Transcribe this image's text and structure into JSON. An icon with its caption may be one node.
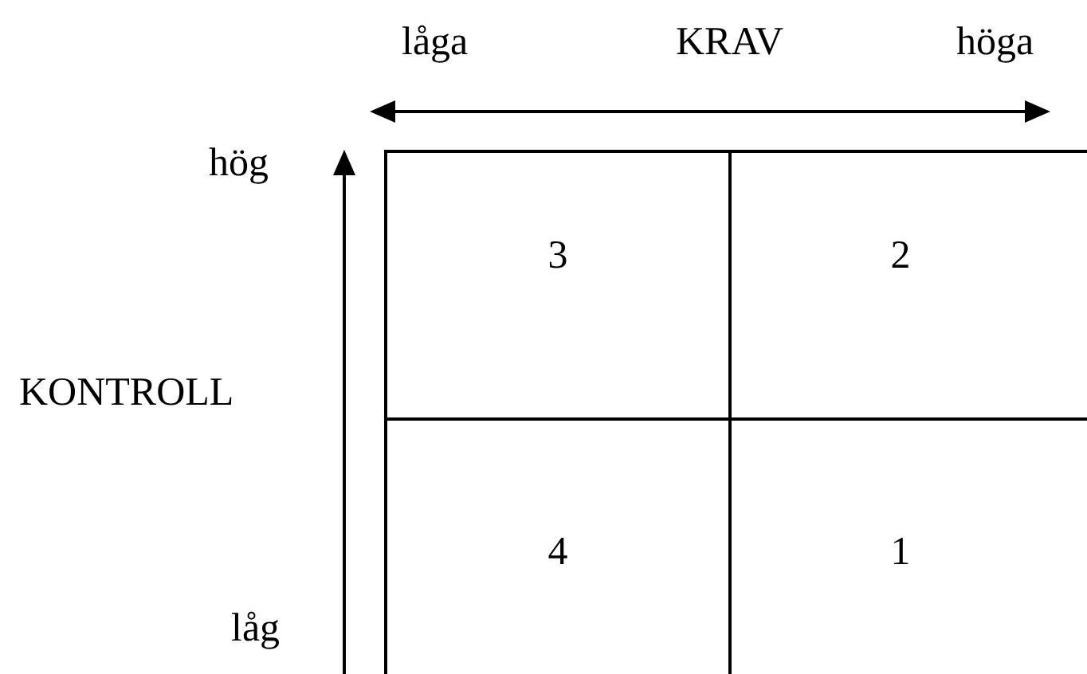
{
  "diagram": {
    "nodes": [
      {
        "text": [
          "3"
        ]
      },
      {
        "text": [
          "2"
        ]
      },
      {
        "text": [
          "4"
        ]
      },
      {
        "text": [
          "1"
        ]
      }
    ],
    "labels": [
      "låga",
      "KRAV",
      "höga",
      "hög",
      "KONTROLL",
      "låg"
    ]
  }
}
